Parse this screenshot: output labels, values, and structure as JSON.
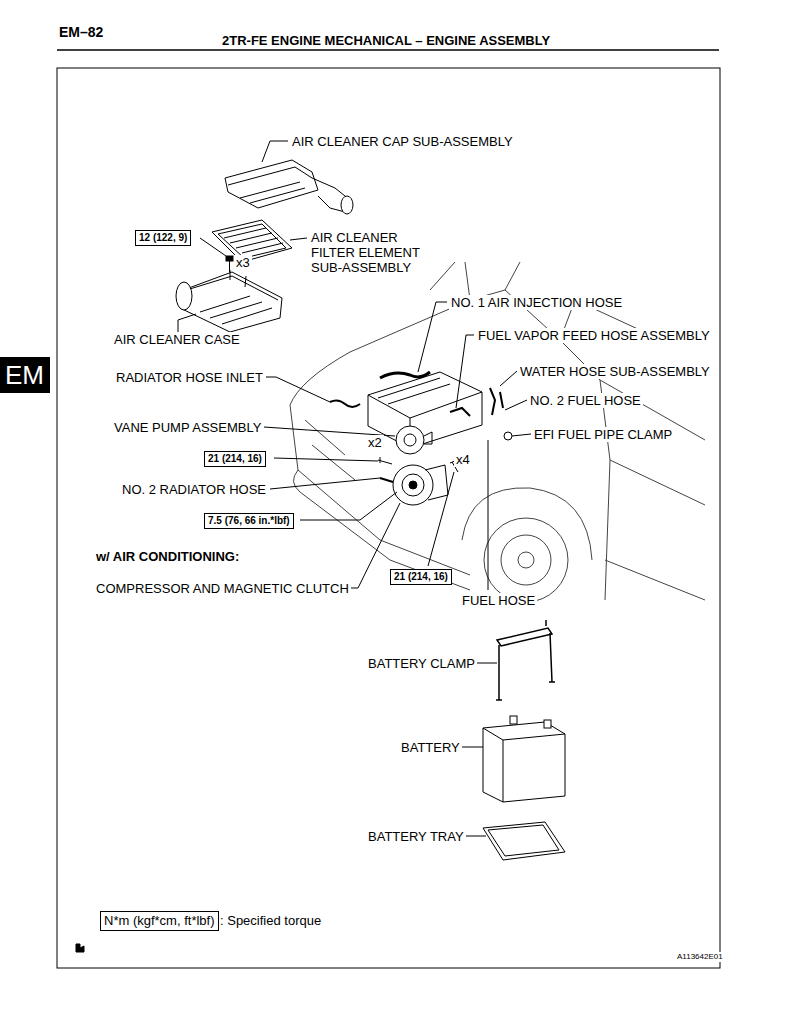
{
  "diagram": {
    "title": "2TR-FE ENGINE MECHANICAL – ENGINE ASSEMBLY",
    "nodes": [
      {
        "text": [
          "12 (122, 9)"
        ]
      },
      {
        "text": [
          "EM"
        ]
      },
      {
        "text": [
          "21 (214, 16)"
        ]
      },
      {
        "text": [
          "7.5 (76, 66 in.*lbf)"
        ]
      },
      {
        "text": [
          "21 (214, 16)"
        ]
      },
      {
        "text": [
          "N*m (kgf*cm, ft*lbf)"
        ]
      }
    ],
    "labels": [
      "EM–82",
      "AIR CLEANER CAP SUB-ASSEMBLY",
      "x3",
      "AIR CLEANER FILTER ELEMENT SUB-ASSEMBLY",
      "NO. 1 AIR INJECTION HOSE",
      "AIR CLEANER CASE",
      "FUEL VAPOR FEED HOSE ASSEMBLY",
      "RADIATOR HOSE INLET",
      "WATER HOSE SUB-ASSEMBLY",
      "NO. 2 FUEL HOSE",
      "VANE PUMP ASSEMBLY",
      "EFI FUEL PIPE CLAMP",
      "x2",
      "x4",
      "NO. 2 RADIATOR HOSE",
      "w/ AIR CONDITIONING:",
      "COMPRESSOR AND MAGNETIC CLUTCH",
      "FUEL HOSE",
      "BATTERY CLAMP",
      "BATTERY",
      "BATTERY TRAY",
      ": Specified torque",
      "A113642E01"
    ]
  }
}
